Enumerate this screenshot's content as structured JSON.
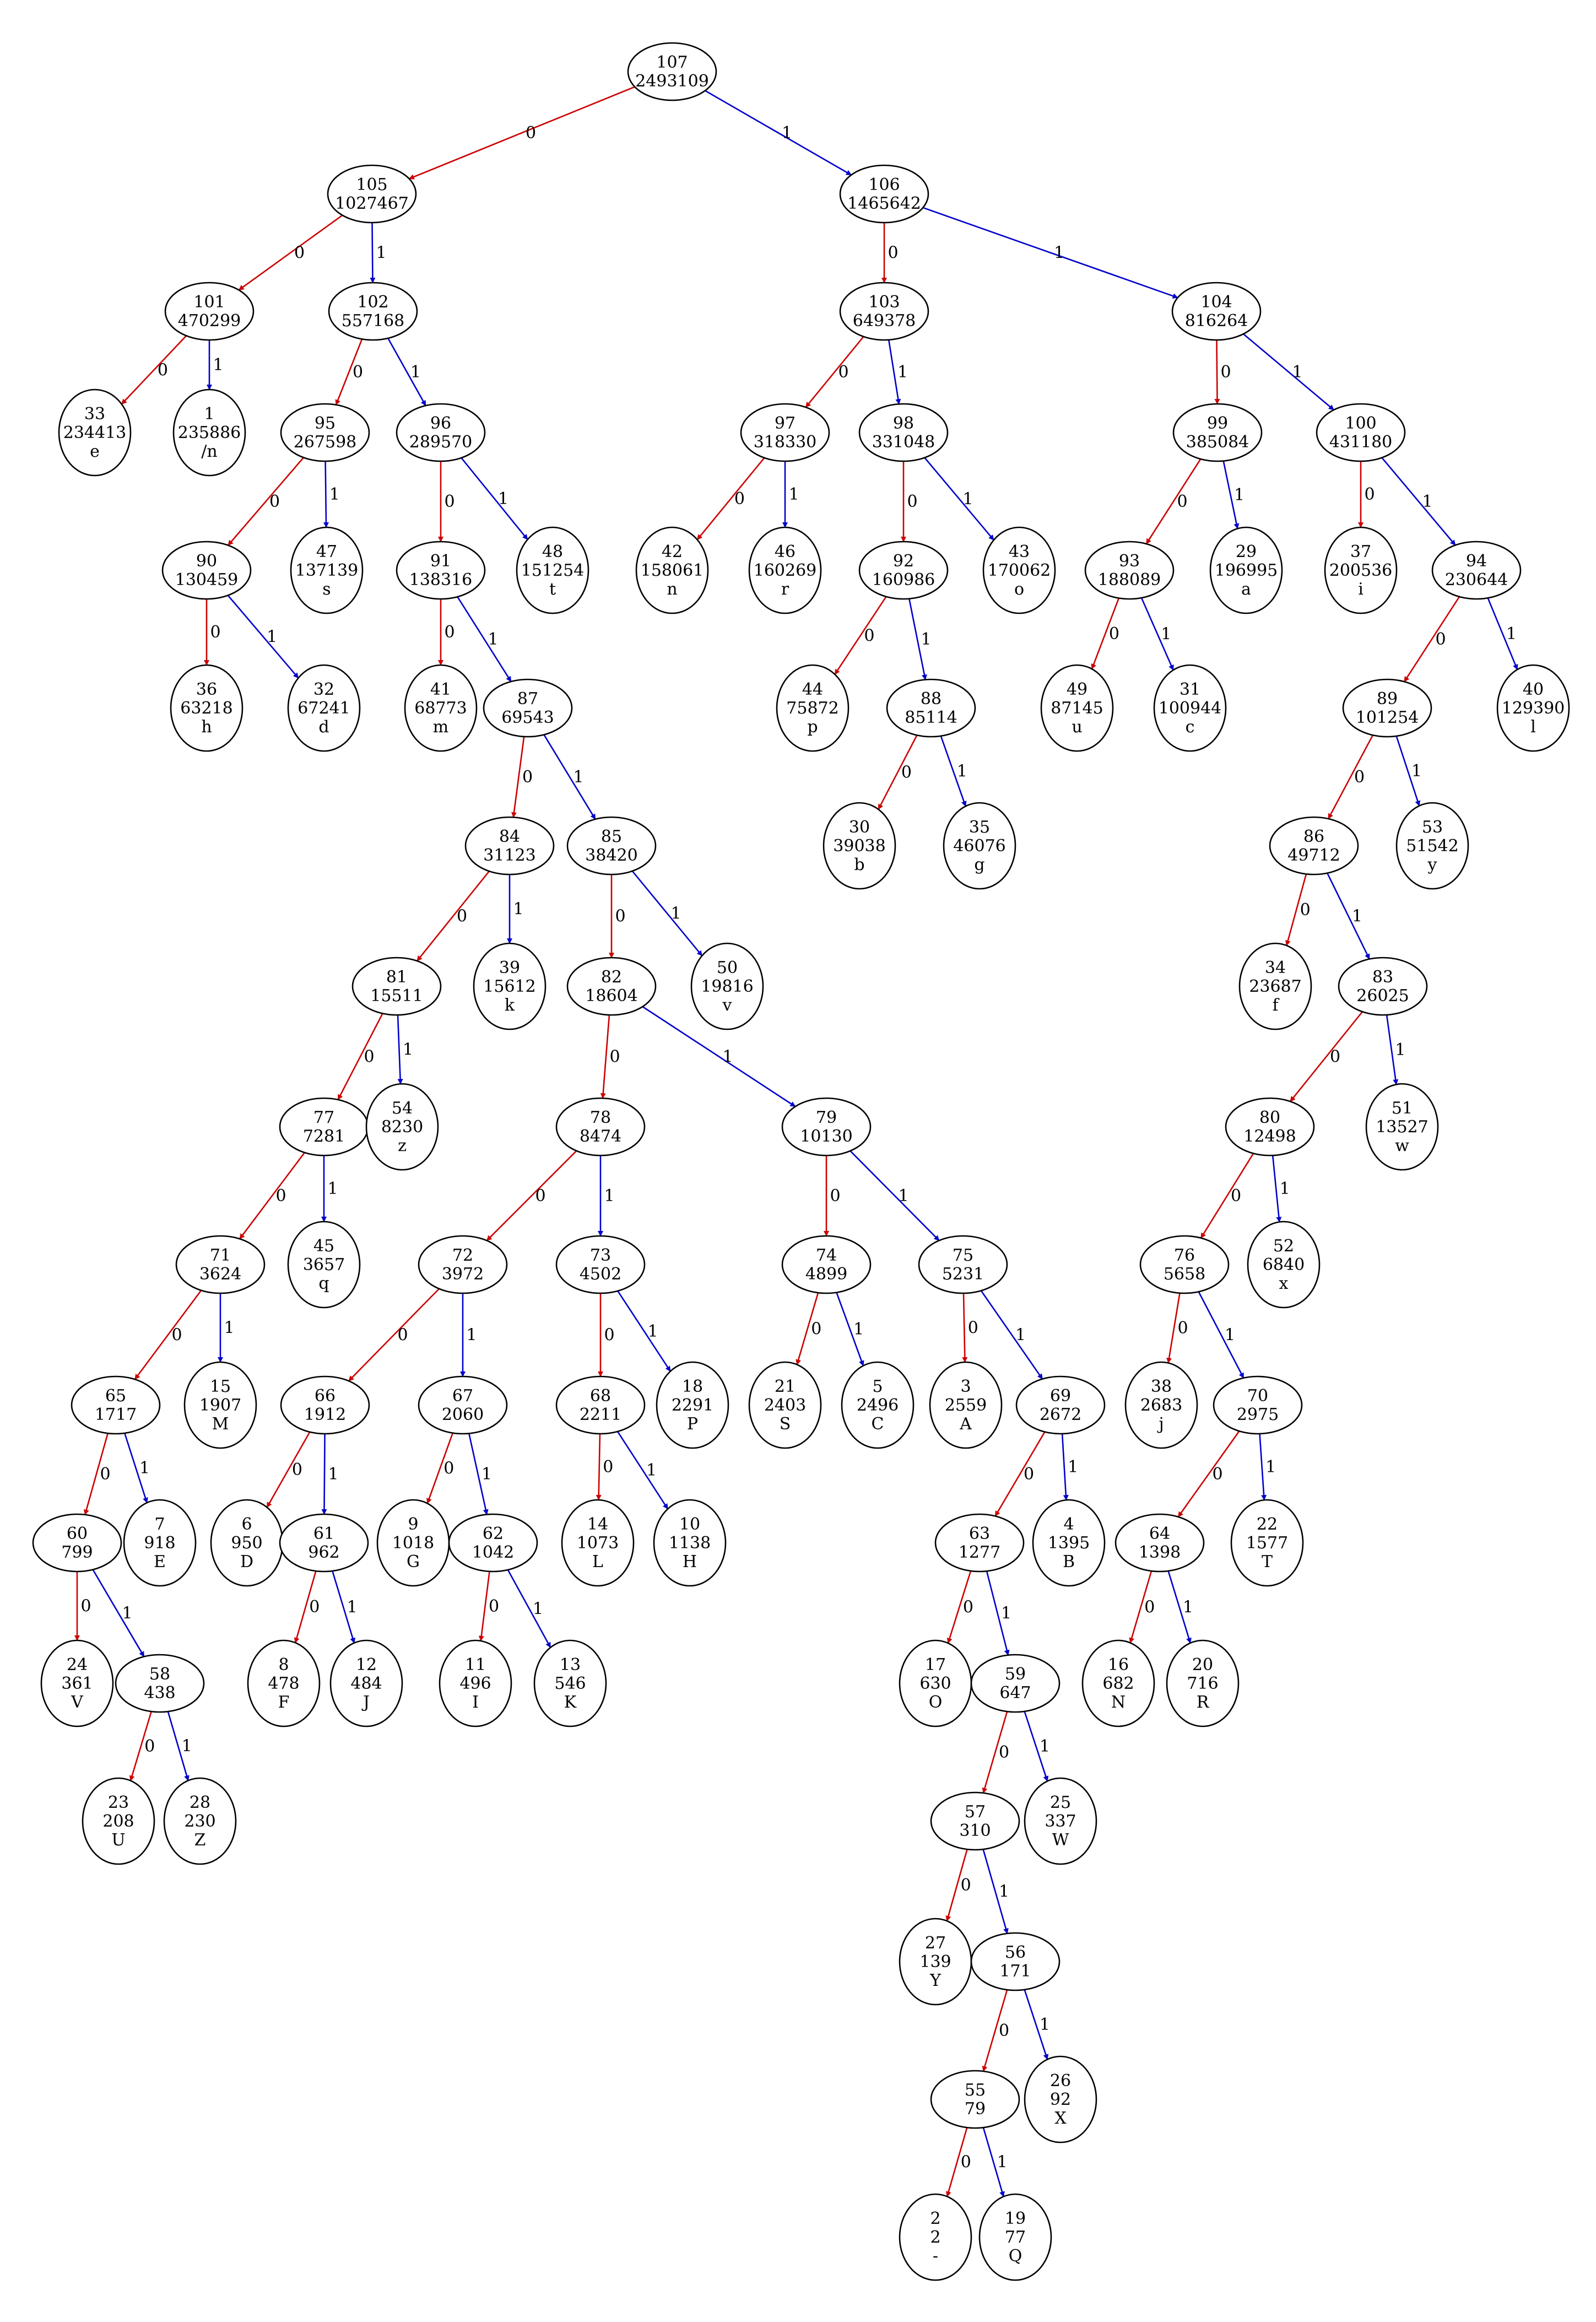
{
  "colors": {
    "edge_0": "#cc0000",
    "edge_1": "#0000cc",
    "node_stroke": "#000000"
  },
  "nodes": [
    {
      "id": "107",
      "lines": [
        "107",
        "2493109"
      ]
    },
    {
      "id": "105",
      "lines": [
        "105",
        "1027467"
      ]
    },
    {
      "id": "106",
      "lines": [
        "106",
        "1465642"
      ]
    },
    {
      "id": "101",
      "lines": [
        "101",
        "470299"
      ]
    },
    {
      "id": "102",
      "lines": [
        "102",
        "557168"
      ]
    },
    {
      "id": "103",
      "lines": [
        "103",
        "649378"
      ]
    },
    {
      "id": "104",
      "lines": [
        "104",
        "816264"
      ]
    },
    {
      "id": "33",
      "lines": [
        "33",
        "234413",
        "e"
      ]
    },
    {
      "id": "1",
      "lines": [
        "1",
        "235886",
        "/n"
      ]
    },
    {
      "id": "95",
      "lines": [
        "95",
        "267598"
      ]
    },
    {
      "id": "96",
      "lines": [
        "96",
        "289570"
      ]
    },
    {
      "id": "97",
      "lines": [
        "97",
        "318330"
      ]
    },
    {
      "id": "98",
      "lines": [
        "98",
        "331048"
      ]
    },
    {
      "id": "99",
      "lines": [
        "99",
        "385084"
      ]
    },
    {
      "id": "100",
      "lines": [
        "100",
        "431180"
      ]
    },
    {
      "id": "90",
      "lines": [
        "90",
        "130459"
      ]
    },
    {
      "id": "47",
      "lines": [
        "47",
        "137139",
        "s"
      ]
    },
    {
      "id": "91",
      "lines": [
        "91",
        "138316"
      ]
    },
    {
      "id": "48",
      "lines": [
        "48",
        "151254",
        "t"
      ]
    },
    {
      "id": "42",
      "lines": [
        "42",
        "158061",
        "n"
      ]
    },
    {
      "id": "46",
      "lines": [
        "46",
        "160269",
        "r"
      ]
    },
    {
      "id": "92",
      "lines": [
        "92",
        "160986"
      ]
    },
    {
      "id": "43",
      "lines": [
        "43",
        "170062",
        "o"
      ]
    },
    {
      "id": "93",
      "lines": [
        "93",
        "188089"
      ]
    },
    {
      "id": "29",
      "lines": [
        "29",
        "196995",
        "a"
      ]
    },
    {
      "id": "37",
      "lines": [
        "37",
        "200536",
        "i"
      ]
    },
    {
      "id": "94",
      "lines": [
        "94",
        "230644"
      ]
    },
    {
      "id": "36",
      "lines": [
        "36",
        "63218",
        "h"
      ]
    },
    {
      "id": "32",
      "lines": [
        "32",
        "67241",
        "d"
      ]
    },
    {
      "id": "41",
      "lines": [
        "41",
        "68773",
        "m"
      ]
    },
    {
      "id": "87",
      "lines": [
        "87",
        "69543"
      ]
    },
    {
      "id": "44",
      "lines": [
        "44",
        "75872",
        "p"
      ]
    },
    {
      "id": "88",
      "lines": [
        "88",
        "85114"
      ]
    },
    {
      "id": "49",
      "lines": [
        "49",
        "87145",
        "u"
      ]
    },
    {
      "id": "31",
      "lines": [
        "31",
        "100944",
        "c"
      ]
    },
    {
      "id": "89",
      "lines": [
        "89",
        "101254"
      ]
    },
    {
      "id": "40",
      "lines": [
        "40",
        "129390",
        "l"
      ]
    },
    {
      "id": "84",
      "lines": [
        "84",
        "31123"
      ]
    },
    {
      "id": "85",
      "lines": [
        "85",
        "38420"
      ]
    },
    {
      "id": "30",
      "lines": [
        "30",
        "39038",
        "b"
      ]
    },
    {
      "id": "35",
      "lines": [
        "35",
        "46076",
        "g"
      ]
    },
    {
      "id": "86",
      "lines": [
        "86",
        "49712"
      ]
    },
    {
      "id": "53",
      "lines": [
        "53",
        "51542",
        "y"
      ]
    },
    {
      "id": "81",
      "lines": [
        "81",
        "15511"
      ]
    },
    {
      "id": "39",
      "lines": [
        "39",
        "15612",
        "k"
      ]
    },
    {
      "id": "82",
      "lines": [
        "82",
        "18604"
      ]
    },
    {
      "id": "50",
      "lines": [
        "50",
        "19816",
        "v"
      ]
    },
    {
      "id": "34",
      "lines": [
        "34",
        "23687",
        "f"
      ]
    },
    {
      "id": "83",
      "lines": [
        "83",
        "26025"
      ]
    },
    {
      "id": "77",
      "lines": [
        "77",
        "7281"
      ]
    },
    {
      "id": "54",
      "lines": [
        "54",
        "8230",
        "z"
      ]
    },
    {
      "id": "78",
      "lines": [
        "78",
        "8474"
      ]
    },
    {
      "id": "79",
      "lines": [
        "79",
        "10130"
      ]
    },
    {
      "id": "80",
      "lines": [
        "80",
        "12498"
      ]
    },
    {
      "id": "51",
      "lines": [
        "51",
        "13527",
        "w"
      ]
    },
    {
      "id": "71",
      "lines": [
        "71",
        "3624"
      ]
    },
    {
      "id": "45",
      "lines": [
        "45",
        "3657",
        "q"
      ]
    },
    {
      "id": "72",
      "lines": [
        "72",
        "3972"
      ]
    },
    {
      "id": "73",
      "lines": [
        "73",
        "4502"
      ]
    },
    {
      "id": "74",
      "lines": [
        "74",
        "4899"
      ]
    },
    {
      "id": "75",
      "lines": [
        "75",
        "5231"
      ]
    },
    {
      "id": "76",
      "lines": [
        "76",
        "5658"
      ]
    },
    {
      "id": "52",
      "lines": [
        "52",
        "6840",
        "x"
      ]
    },
    {
      "id": "65",
      "lines": [
        "65",
        "1717"
      ]
    },
    {
      "id": "15",
      "lines": [
        "15",
        "1907",
        "M"
      ]
    },
    {
      "id": "66",
      "lines": [
        "66",
        "1912"
      ]
    },
    {
      "id": "67",
      "lines": [
        "67",
        "2060"
      ]
    },
    {
      "id": "68",
      "lines": [
        "68",
        "2211"
      ]
    },
    {
      "id": "18",
      "lines": [
        "18",
        "2291",
        "P"
      ]
    },
    {
      "id": "21",
      "lines": [
        "21",
        "2403",
        "S"
      ]
    },
    {
      "id": "5",
      "lines": [
        "5",
        "2496",
        "C"
      ]
    },
    {
      "id": "3",
      "lines": [
        "3",
        "2559",
        "A"
      ]
    },
    {
      "id": "69",
      "lines": [
        "69",
        "2672"
      ]
    },
    {
      "id": "38",
      "lines": [
        "38",
        "2683",
        "j"
      ]
    },
    {
      "id": "70",
      "lines": [
        "70",
        "2975"
      ]
    },
    {
      "id": "60",
      "lines": [
        "60",
        "799"
      ]
    },
    {
      "id": "7",
      "lines": [
        "7",
        "918",
        "E"
      ]
    },
    {
      "id": "6",
      "lines": [
        "6",
        "950",
        "D"
      ]
    },
    {
      "id": "61",
      "lines": [
        "61",
        "962"
      ]
    },
    {
      "id": "9",
      "lines": [
        "9",
        "1018",
        "G"
      ]
    },
    {
      "id": "62",
      "lines": [
        "62",
        "1042"
      ]
    },
    {
      "id": "14",
      "lines": [
        "14",
        "1073",
        "L"
      ]
    },
    {
      "id": "10",
      "lines": [
        "10",
        "1138",
        "H"
      ]
    },
    {
      "id": "63",
      "lines": [
        "63",
        "1277"
      ]
    },
    {
      "id": "4",
      "lines": [
        "4",
        "1395",
        "B"
      ]
    },
    {
      "id": "64",
      "lines": [
        "64",
        "1398"
      ]
    },
    {
      "id": "22",
      "lines": [
        "22",
        "1577",
        "T"
      ]
    },
    {
      "id": "24",
      "lines": [
        "24",
        "361",
        "V"
      ]
    },
    {
      "id": "58",
      "lines": [
        "58",
        "438"
      ]
    },
    {
      "id": "8",
      "lines": [
        "8",
        "478",
        "F"
      ]
    },
    {
      "id": "12",
      "lines": [
        "12",
        "484",
        "J"
      ]
    },
    {
      "id": "11",
      "lines": [
        "11",
        "496",
        "I"
      ]
    },
    {
      "id": "13",
      "lines": [
        "13",
        "546",
        "K"
      ]
    },
    {
      "id": "17",
      "lines": [
        "17",
        "630",
        "O"
      ]
    },
    {
      "id": "59",
      "lines": [
        "59",
        "647"
      ]
    },
    {
      "id": "16",
      "lines": [
        "16",
        "682",
        "N"
      ]
    },
    {
      "id": "20",
      "lines": [
        "20",
        "716",
        "R"
      ]
    },
    {
      "id": "23",
      "lines": [
        "23",
        "208",
        "U"
      ]
    },
    {
      "id": "28",
      "lines": [
        "28",
        "230",
        "Z"
      ]
    },
    {
      "id": "57",
      "lines": [
        "57",
        "310"
      ]
    },
    {
      "id": "25",
      "lines": [
        "25",
        "337",
        "W"
      ]
    },
    {
      "id": "27",
      "lines": [
        "27",
        "139",
        "Y"
      ]
    },
    {
      "id": "56",
      "lines": [
        "56",
        "171"
      ]
    },
    {
      "id": "55",
      "lines": [
        "55",
        "79"
      ]
    },
    {
      "id": "26",
      "lines": [
        "26",
        "92",
        "X"
      ]
    },
    {
      "id": "2",
      "lines": [
        "2",
        "2",
        "-"
      ]
    },
    {
      "id": "19",
      "lines": [
        "19",
        "77",
        "Q"
      ]
    }
  ],
  "edges": [
    {
      "from": "107",
      "to": "105",
      "label": "0"
    },
    {
      "from": "107",
      "to": "106",
      "label": "1"
    },
    {
      "from": "105",
      "to": "101",
      "label": "0"
    },
    {
      "from": "105",
      "to": "102",
      "label": "1"
    },
    {
      "from": "106",
      "to": "103",
      "label": "0"
    },
    {
      "from": "106",
      "to": "104",
      "label": "1"
    },
    {
      "from": "101",
      "to": "33",
      "label": "0"
    },
    {
      "from": "101",
      "to": "1",
      "label": "1"
    },
    {
      "from": "102",
      "to": "95",
      "label": "0"
    },
    {
      "from": "102",
      "to": "96",
      "label": "1"
    },
    {
      "from": "103",
      "to": "97",
      "label": "0"
    },
    {
      "from": "103",
      "to": "98",
      "label": "1"
    },
    {
      "from": "104",
      "to": "99",
      "label": "0"
    },
    {
      "from": "104",
      "to": "100",
      "label": "1"
    },
    {
      "from": "95",
      "to": "90",
      "label": "0"
    },
    {
      "from": "95",
      "to": "47",
      "label": "1"
    },
    {
      "from": "96",
      "to": "91",
      "label": "0"
    },
    {
      "from": "96",
      "to": "48",
      "label": "1"
    },
    {
      "from": "97",
      "to": "42",
      "label": "0"
    },
    {
      "from": "97",
      "to": "46",
      "label": "1"
    },
    {
      "from": "98",
      "to": "92",
      "label": "0"
    },
    {
      "from": "98",
      "to": "43",
      "label": "1"
    },
    {
      "from": "99",
      "to": "93",
      "label": "0"
    },
    {
      "from": "99",
      "to": "29",
      "label": "1"
    },
    {
      "from": "100",
      "to": "37",
      "label": "0"
    },
    {
      "from": "100",
      "to": "94",
      "label": "1"
    },
    {
      "from": "90",
      "to": "36",
      "label": "0"
    },
    {
      "from": "90",
      "to": "32",
      "label": "1"
    },
    {
      "from": "91",
      "to": "41",
      "label": "0"
    },
    {
      "from": "91",
      "to": "87",
      "label": "1"
    },
    {
      "from": "92",
      "to": "44",
      "label": "0"
    },
    {
      "from": "92",
      "to": "88",
      "label": "1"
    },
    {
      "from": "93",
      "to": "49",
      "label": "0"
    },
    {
      "from": "93",
      "to": "31",
      "label": "1"
    },
    {
      "from": "94",
      "to": "89",
      "label": "0"
    },
    {
      "from": "94",
      "to": "40",
      "label": "1"
    },
    {
      "from": "87",
      "to": "84",
      "label": "0"
    },
    {
      "from": "87",
      "to": "85",
      "label": "1"
    },
    {
      "from": "88",
      "to": "30",
      "label": "0"
    },
    {
      "from": "88",
      "to": "35",
      "label": "1"
    },
    {
      "from": "89",
      "to": "86",
      "label": "0"
    },
    {
      "from": "89",
      "to": "53",
      "label": "1"
    },
    {
      "from": "84",
      "to": "81",
      "label": "0"
    },
    {
      "from": "84",
      "to": "39",
      "label": "1"
    },
    {
      "from": "85",
      "to": "82",
      "label": "0"
    },
    {
      "from": "85",
      "to": "50",
      "label": "1"
    },
    {
      "from": "86",
      "to": "34",
      "label": "0"
    },
    {
      "from": "86",
      "to": "83",
      "label": "1"
    },
    {
      "from": "81",
      "to": "77",
      "label": "0"
    },
    {
      "from": "81",
      "to": "54",
      "label": "1"
    },
    {
      "from": "82",
      "to": "78",
      "label": "0"
    },
    {
      "from": "82",
      "to": "79",
      "label": "1"
    },
    {
      "from": "83",
      "to": "80",
      "label": "0"
    },
    {
      "from": "83",
      "to": "51",
      "label": "1"
    },
    {
      "from": "77",
      "to": "71",
      "label": "0"
    },
    {
      "from": "77",
      "to": "45",
      "label": "1"
    },
    {
      "from": "78",
      "to": "72",
      "label": "0"
    },
    {
      "from": "78",
      "to": "73",
      "label": "1"
    },
    {
      "from": "79",
      "to": "74",
      "label": "0"
    },
    {
      "from": "79",
      "to": "75",
      "label": "1"
    },
    {
      "from": "80",
      "to": "76",
      "label": "0"
    },
    {
      "from": "80",
      "to": "52",
      "label": "1"
    },
    {
      "from": "71",
      "to": "65",
      "label": "0"
    },
    {
      "from": "71",
      "to": "15",
      "label": "1"
    },
    {
      "from": "72",
      "to": "66",
      "label": "0"
    },
    {
      "from": "72",
      "to": "67",
      "label": "1"
    },
    {
      "from": "73",
      "to": "68",
      "label": "0"
    },
    {
      "from": "73",
      "to": "18",
      "label": "1"
    },
    {
      "from": "74",
      "to": "21",
      "label": "0"
    },
    {
      "from": "74",
      "to": "5",
      "label": "1"
    },
    {
      "from": "75",
      "to": "3",
      "label": "0"
    },
    {
      "from": "75",
      "to": "69",
      "label": "1"
    },
    {
      "from": "76",
      "to": "38",
      "label": "0"
    },
    {
      "from": "76",
      "to": "70",
      "label": "1"
    },
    {
      "from": "65",
      "to": "60",
      "label": "0"
    },
    {
      "from": "65",
      "to": "7",
      "label": "1"
    },
    {
      "from": "66",
      "to": "6",
      "label": "0"
    },
    {
      "from": "66",
      "to": "61",
      "label": "1"
    },
    {
      "from": "67",
      "to": "9",
      "label": "0"
    },
    {
      "from": "67",
      "to": "62",
      "label": "1"
    },
    {
      "from": "68",
      "to": "14",
      "label": "0"
    },
    {
      "from": "68",
      "to": "10",
      "label": "1"
    },
    {
      "from": "69",
      "to": "63",
      "label": "0"
    },
    {
      "from": "69",
      "to": "4",
      "label": "1"
    },
    {
      "from": "70",
      "to": "64",
      "label": "0"
    },
    {
      "from": "70",
      "to": "22",
      "label": "1"
    },
    {
      "from": "60",
      "to": "24",
      "label": "0"
    },
    {
      "from": "60",
      "to": "58",
      "label": "1"
    },
    {
      "from": "61",
      "to": "8",
      "label": "0"
    },
    {
      "from": "61",
      "to": "12",
      "label": "1"
    },
    {
      "from": "62",
      "to": "11",
      "label": "0"
    },
    {
      "from": "62",
      "to": "13",
      "label": "1"
    },
    {
      "from": "63",
      "to": "17",
      "label": "0"
    },
    {
      "from": "63",
      "to": "59",
      "label": "1"
    },
    {
      "from": "64",
      "to": "16",
      "label": "0"
    },
    {
      "from": "64",
      "to": "20",
      "label": "1"
    },
    {
      "from": "58",
      "to": "23",
      "label": "0"
    },
    {
      "from": "58",
      "to": "28",
      "label": "1"
    },
    {
      "from": "59",
      "to": "57",
      "label": "0"
    },
    {
      "from": "59",
      "to": "25",
      "label": "1"
    },
    {
      "from": "57",
      "to": "27",
      "label": "0"
    },
    {
      "from": "57",
      "to": "56",
      "label": "1"
    },
    {
      "from": "56",
      "to": "55",
      "label": "0"
    },
    {
      "from": "56",
      "to": "26",
      "label": "1"
    },
    {
      "from": "55",
      "to": "2",
      "label": "0"
    },
    {
      "from": "55",
      "to": "19",
      "label": "1"
    }
  ]
}
